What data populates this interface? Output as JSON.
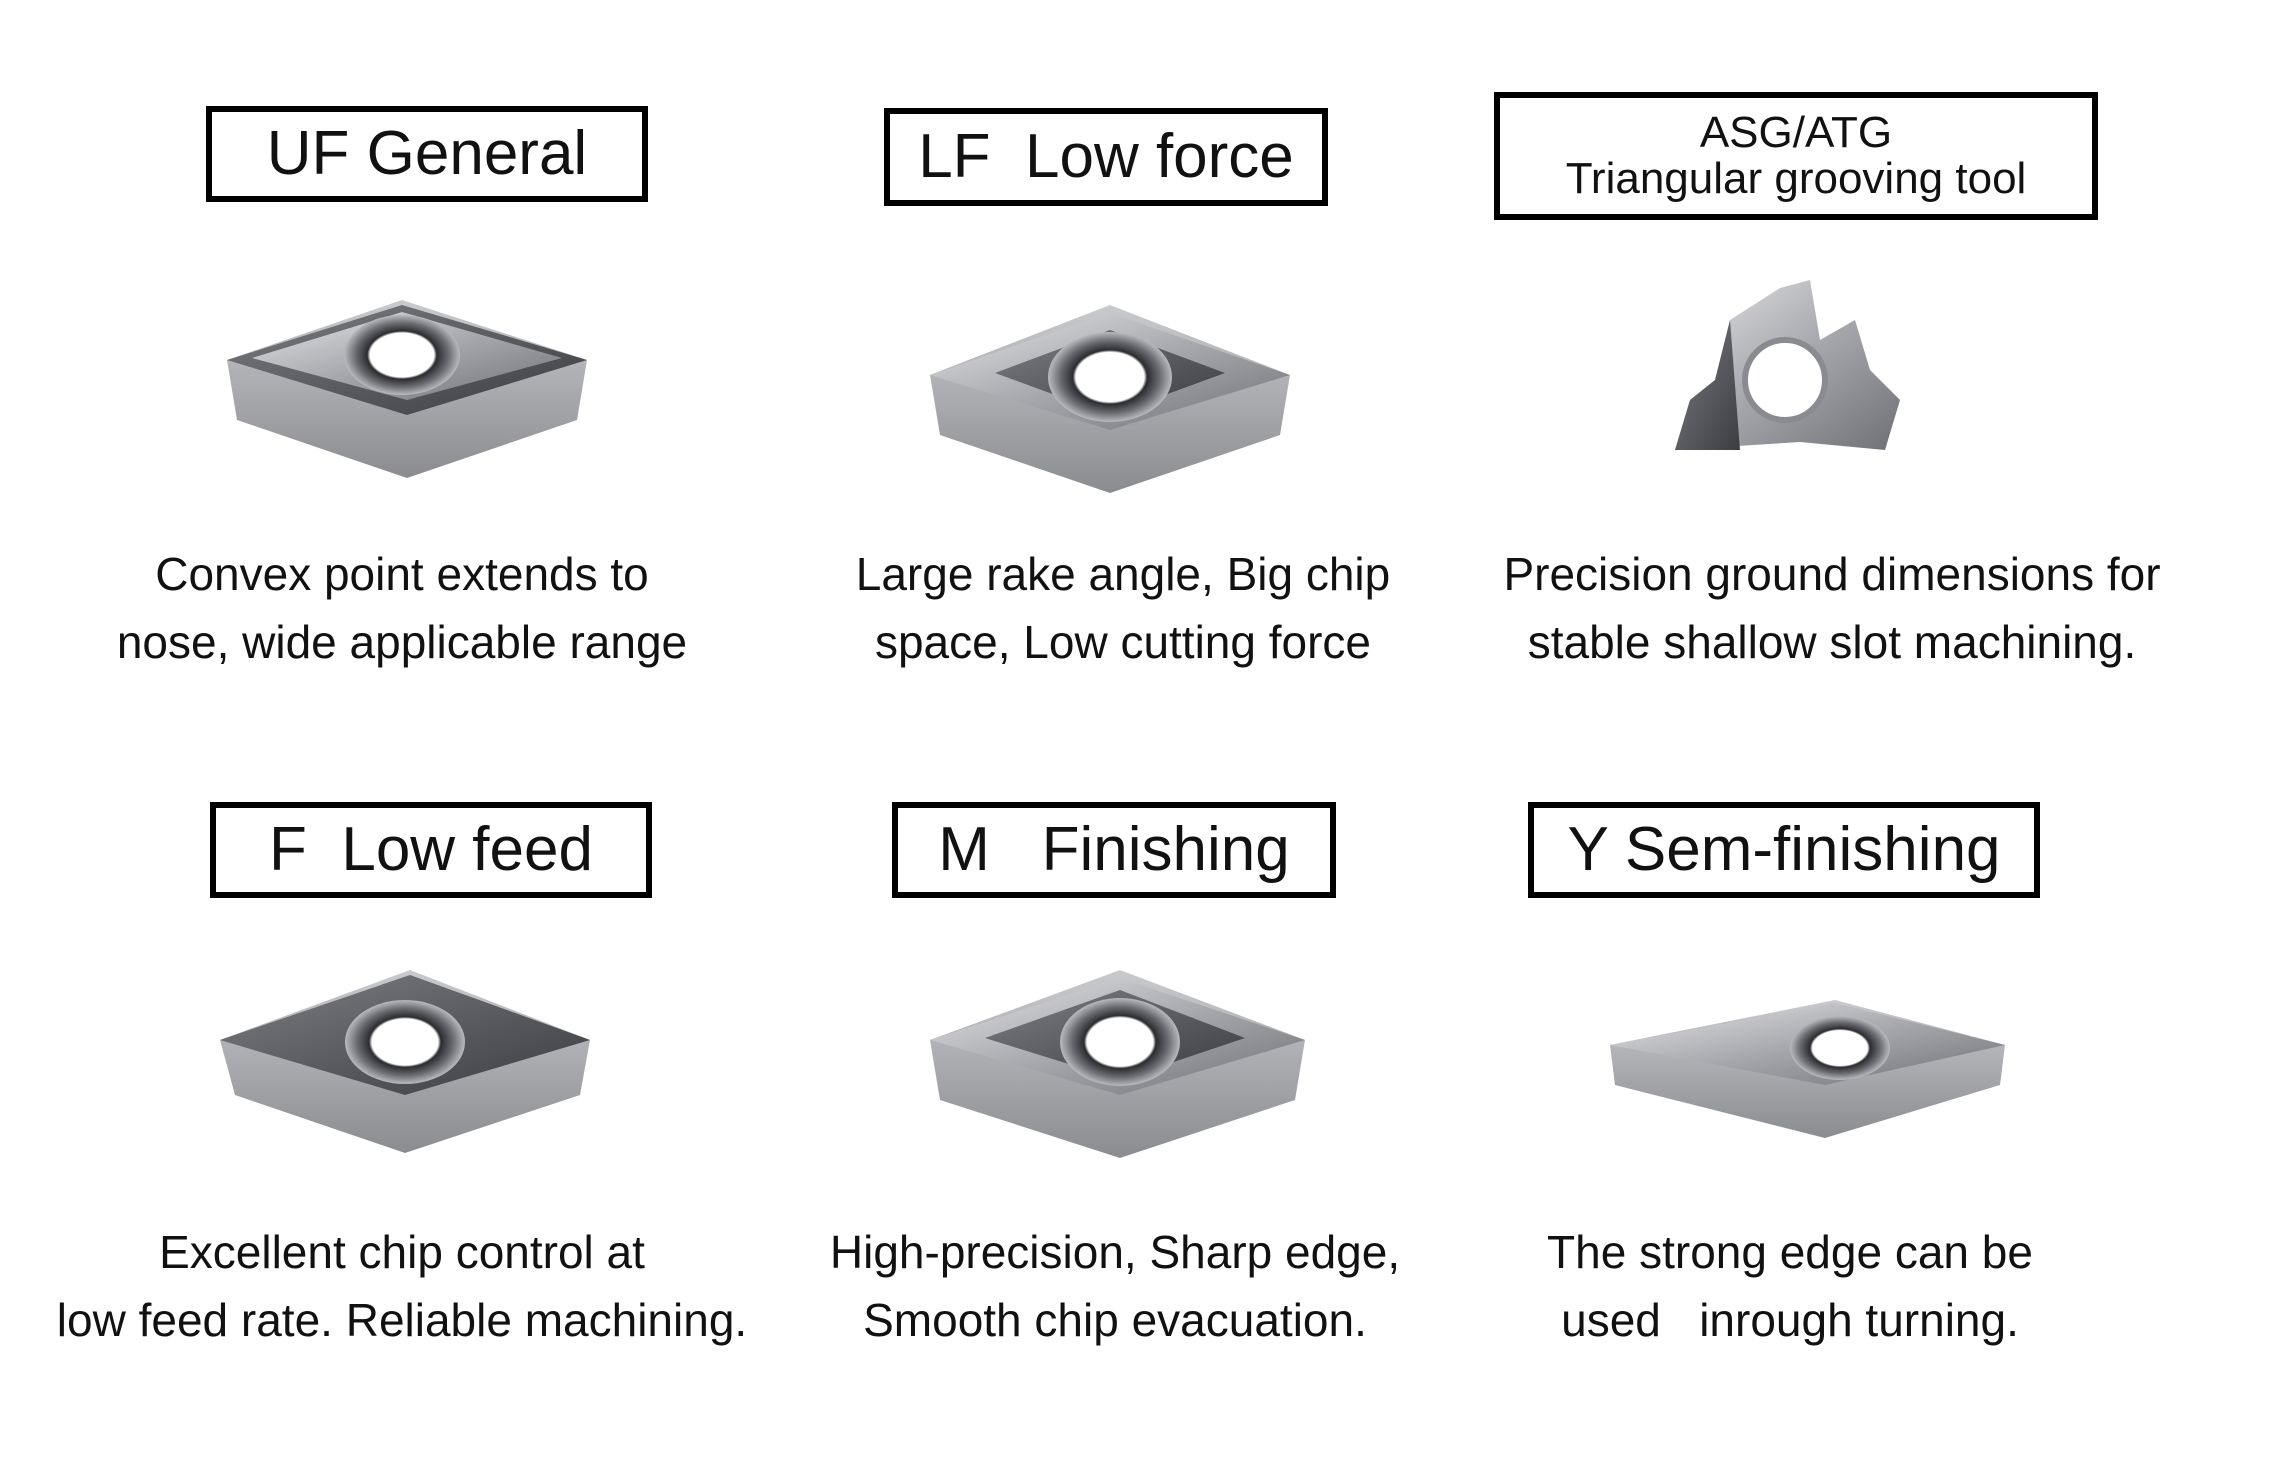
{
  "items": [
    {
      "title": "UF General",
      "desc": [
        "Convex point extends to",
        "nose, wide applicable range"
      ],
      "icon": "rhombic-insert-uf-icon"
    },
    {
      "title": "LF  Low force",
      "desc": [
        "Large rake angle, Big chip",
        "space, Low cutting force"
      ],
      "icon": "rhombic-insert-lf-icon"
    },
    {
      "title": [
        "ASG/ATG",
        "Triangular grooving tool"
      ],
      "desc": [
        "Precision ground dimensions for",
        "stable shallow slot machining."
      ],
      "icon": "triangular-grooving-insert-icon"
    },
    {
      "title": "F  Low feed",
      "desc": [
        "Excellent chip control at",
        "low feed rate. Reliable machining."
      ],
      "icon": "rhombic-insert-f-icon"
    },
    {
      "title": "M   Finishing",
      "desc": [
        "High-precision, Sharp edge,",
        "Smooth chip evacuation."
      ],
      "icon": "rhombic-insert-m-icon"
    },
    {
      "title": "Y Sem-finishing",
      "desc": [
        "The strong edge can be",
        "used   inrough turning."
      ],
      "icon": "rhombic-insert-y-icon"
    }
  ]
}
